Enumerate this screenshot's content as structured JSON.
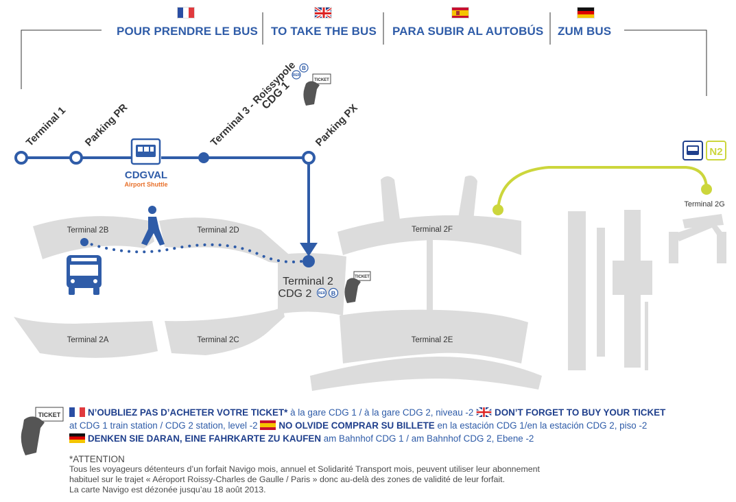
{
  "header": {
    "fr": "POUR PRENDRE LE BUS",
    "en": "TO TAKE THE BUS",
    "es": "PARA SUBIR AL AUTOBÚS",
    "de": "ZUM BUS"
  },
  "stations": {
    "terminal_1": "Terminal 1",
    "parking_pr": "Parking PR",
    "terminal_3": "Terminal 3 - Roissypole",
    "cdg_1": "CDG 1",
    "parking_px": "Parking PX",
    "cdgval": "CDGVAL",
    "airport_shuttle": "Airport Shuttle",
    "terminal_2": "Terminal 2",
    "cdg_2": "CDG 2",
    "terminal_2g": "Terminal 2G",
    "n2": "N2",
    "rer": "RER",
    "line_b": "B",
    "ticket": "TICKET"
  },
  "terminals": {
    "t2a": "Terminal 2A",
    "t2b": "Terminal 2B",
    "t2c": "Terminal 2C",
    "t2d": "Terminal 2D",
    "t2e": "Terminal 2E",
    "t2f": "Terminal 2F"
  },
  "legend": {
    "fr_bold": "N’OUBLIEZ PAS D’ACHETER VOTRE TICKET*",
    "fr_text": " à la gare CDG 1 / à la gare CDG 2, niveau -2 ",
    "en_bold": "DON’T FORGET TO BUY YOUR TICKET",
    "en_text": " at CDG 1 train station / CDG 2 station, level -2 ",
    "es_bold": "NO OLVIDE COMPRAR SU BILLETE",
    "es_text": " en la estación CDG 1/en la estación CDG 2, piso -2",
    "de_bold": "DENKEN SIE DARAN, EINE FAHRKARTE ZU KAUFEN",
    "de_text": " am Bahnhof CDG 1 / am Bahnhof CDG 2, Ebene -2"
  },
  "attention": {
    "title": "*ATTENTION",
    "line1": "Tous les voyageurs détenteurs d’un forfait Navigo mois, annuel et Solidarité Transport mois, peuvent utiliser leur abonnement",
    "line2": "habituel sur le trajet « Aéroport Roissy-Charles de Gaulle / Paris » donc au-delà des zones de validité de leur forfait.",
    "line3": "La carte Navigo est dézonée jusqu’au 18 août 2013."
  },
  "colors": {
    "line_blue": "#2f5ca8",
    "n2_green": "#ccd63c",
    "terminal_gray": "#dcdcdc",
    "shuttle_orange": "#e8702a"
  }
}
